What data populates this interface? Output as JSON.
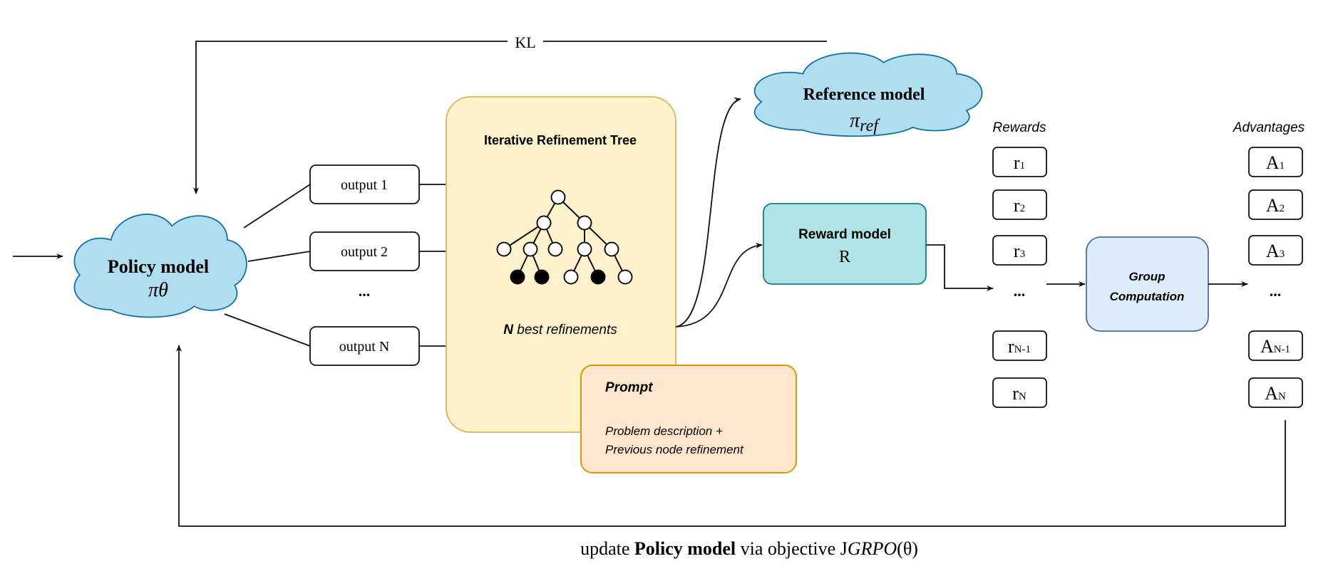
{
  "input": {
    "arrow": "input-arrow"
  },
  "policy_model": {
    "title": "Policy model",
    "symbol": "πθ",
    "fill": "#b1ddf0",
    "stroke": "#10739e"
  },
  "outputs": [
    {
      "label": "output 1"
    },
    {
      "label": "output 2"
    },
    {
      "label": "..."
    },
    {
      "label": "output N"
    }
  ],
  "refinement_tree": {
    "title": "Iterative Refinement Tree",
    "caption_bold": "N",
    "caption_rest": " best refinements",
    "fill": "#fff2cc",
    "stroke": "#d6b656"
  },
  "prompt": {
    "title": "Prompt",
    "line1": "Problem description +",
    "line2": "Previous node refinement",
    "fill": "#ffe6cc",
    "stroke": "#d79b00"
  },
  "reference_model": {
    "title": "Reference model",
    "symbol_pi": "π",
    "symbol_sub": "ref"
  },
  "kl_label": "KL",
  "reward_model": {
    "title": "Reward model",
    "symbol": "R",
    "fill": "#b0e3e6",
    "stroke": "#0e8088"
  },
  "rewards": {
    "header": "Rewards",
    "items": [
      {
        "base": "r",
        "sub": "1"
      },
      {
        "base": "r",
        "sub": "2"
      },
      {
        "base": "r",
        "sub": "3"
      },
      {
        "base": "...",
        "sub": ""
      },
      {
        "base": "r",
        "sub": "N-1"
      },
      {
        "base": "r",
        "sub": "N"
      }
    ]
  },
  "group_computation": {
    "line1": "Group",
    "line2": "Computation",
    "fill": "#deedfb",
    "stroke": "#4a6f94"
  },
  "advantages": {
    "header": "Advantages",
    "items": [
      {
        "base": "A",
        "sub": "1"
      },
      {
        "base": "A",
        "sub": "2"
      },
      {
        "base": "A",
        "sub": "3"
      },
      {
        "base": "...",
        "sub": ""
      },
      {
        "base": "A",
        "sub": "N-1"
      },
      {
        "base": "A",
        "sub": "N"
      }
    ]
  },
  "update_caption": {
    "prefix": "update ",
    "bold": "Policy model",
    "middle": " via objective J",
    "objective": "GRPO",
    "arg": "(θ)"
  }
}
